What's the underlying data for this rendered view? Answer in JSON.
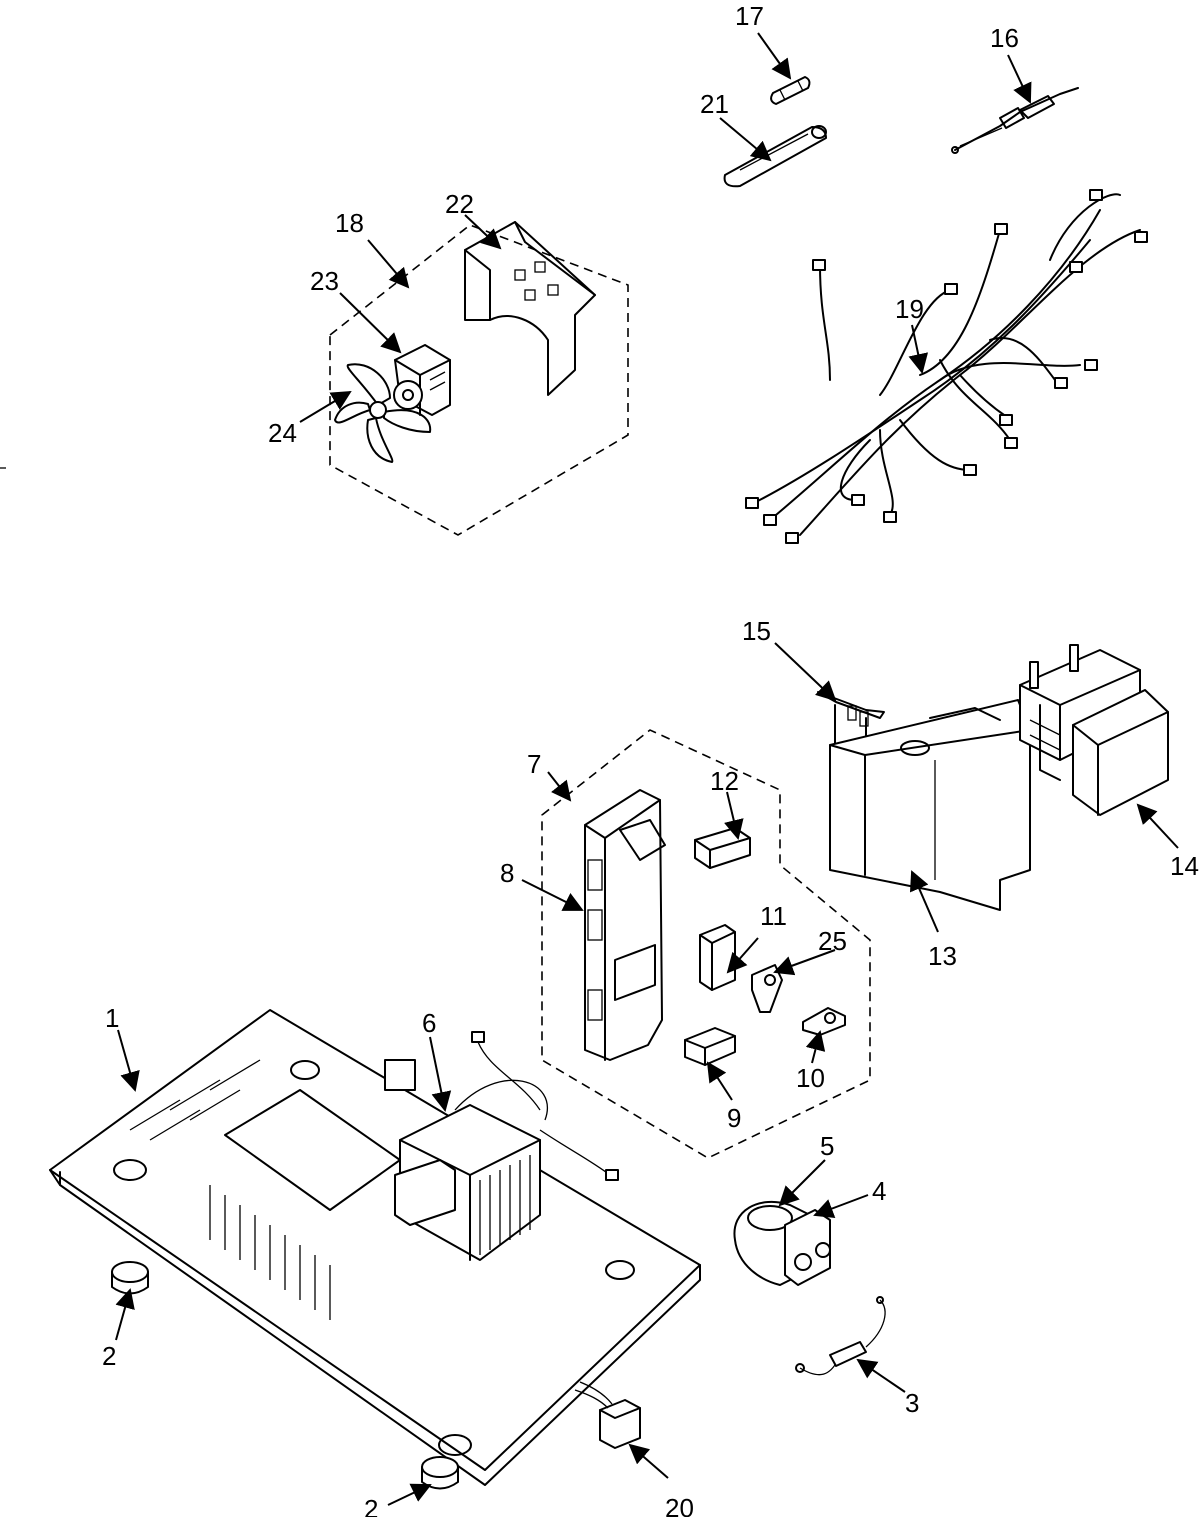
{
  "callouts": [
    {
      "id": "p1",
      "label": "1"
    },
    {
      "id": "p2a",
      "label": "2"
    },
    {
      "id": "p2b",
      "label": "2"
    },
    {
      "id": "p3",
      "label": "3"
    },
    {
      "id": "p4",
      "label": "4"
    },
    {
      "id": "p5",
      "label": "5"
    },
    {
      "id": "p6",
      "label": "6"
    },
    {
      "id": "p7",
      "label": "7"
    },
    {
      "id": "p8",
      "label": "8"
    },
    {
      "id": "p9",
      "label": "9"
    },
    {
      "id": "p10",
      "label": "10"
    },
    {
      "id": "p11",
      "label": "11"
    },
    {
      "id": "p12",
      "label": "12"
    },
    {
      "id": "p13",
      "label": "13"
    },
    {
      "id": "p14",
      "label": "14"
    },
    {
      "id": "p15",
      "label": "15"
    },
    {
      "id": "p16",
      "label": "16"
    },
    {
      "id": "p17",
      "label": "17"
    },
    {
      "id": "p18",
      "label": "18"
    },
    {
      "id": "p19",
      "label": "19"
    },
    {
      "id": "p20",
      "label": "20"
    },
    {
      "id": "p21",
      "label": "21"
    },
    {
      "id": "p22",
      "label": "22"
    },
    {
      "id": "p23",
      "label": "23"
    },
    {
      "id": "p24",
      "label": "24"
    },
    {
      "id": "p25",
      "label": "25"
    }
  ]
}
